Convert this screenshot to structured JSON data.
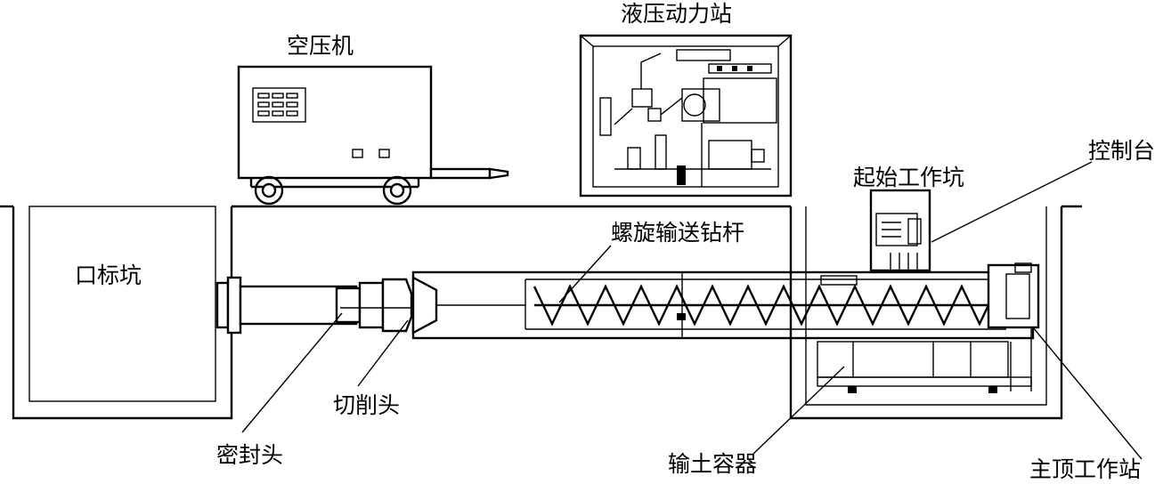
{
  "labels": {
    "air_compressor": "空压机",
    "hydraulic_station": "液压动力站",
    "control_console": "控制台",
    "launch_pit": "起始工作坑",
    "screw_conveyor_rod": "螺旋输送钻杆",
    "target_pit": "口标坑",
    "cutting_head": "切削头",
    "sealing_head": "密封头",
    "soil_container": "输土容器",
    "main_jacking_station": "主顶工作站"
  }
}
